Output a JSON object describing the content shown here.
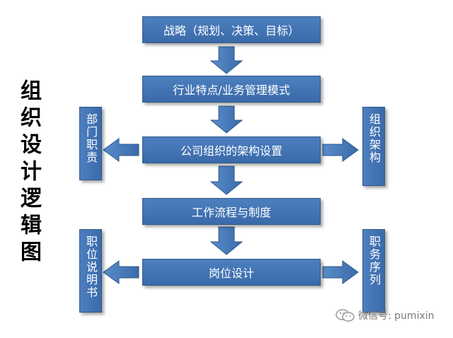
{
  "title": "组织设计逻辑图",
  "boxes": {
    "strategy": "战略（规划、决策、目标）",
    "industry": "行业特点/业务管理模式",
    "structure": "公司组织的架构设置",
    "workflow": "工作流程与制度",
    "position": "岗位设计"
  },
  "side_boxes": {
    "dept_duty": "部门职责",
    "org_chart": "组织架构",
    "job_desc": "职位说明书",
    "job_seq": "职务序列"
  },
  "watermark": {
    "text": "微信号: pumixin",
    "icon": "wechat-icon"
  },
  "colors": {
    "box_fill": "#3f70b0",
    "arrow_fill": "#3f70b0",
    "text": "#ffffff"
  }
}
